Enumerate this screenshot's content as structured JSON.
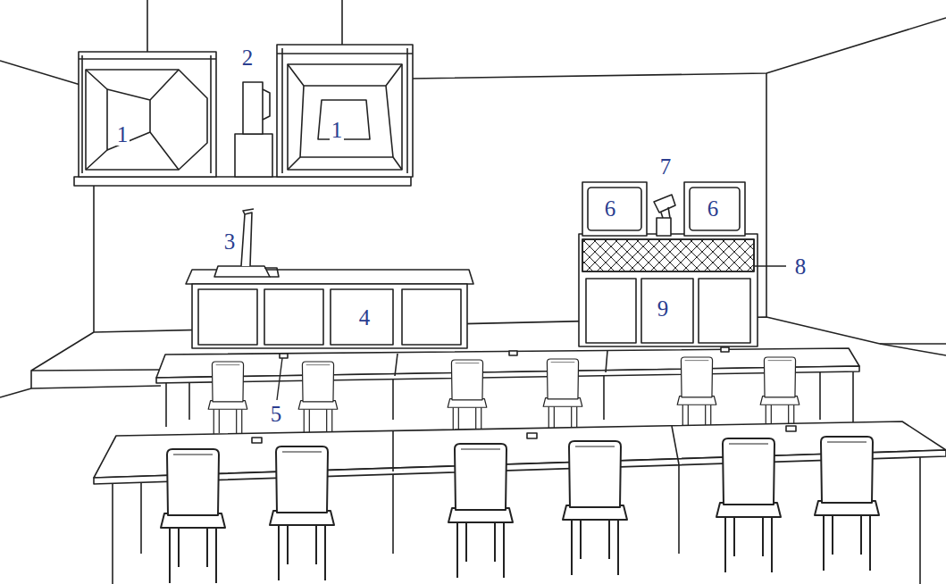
{
  "diagram": {
    "labels": [
      "2",
      "1",
      "1",
      "7",
      "6",
      "6",
      "3",
      "8",
      "4",
      "9",
      "5"
    ]
  }
}
